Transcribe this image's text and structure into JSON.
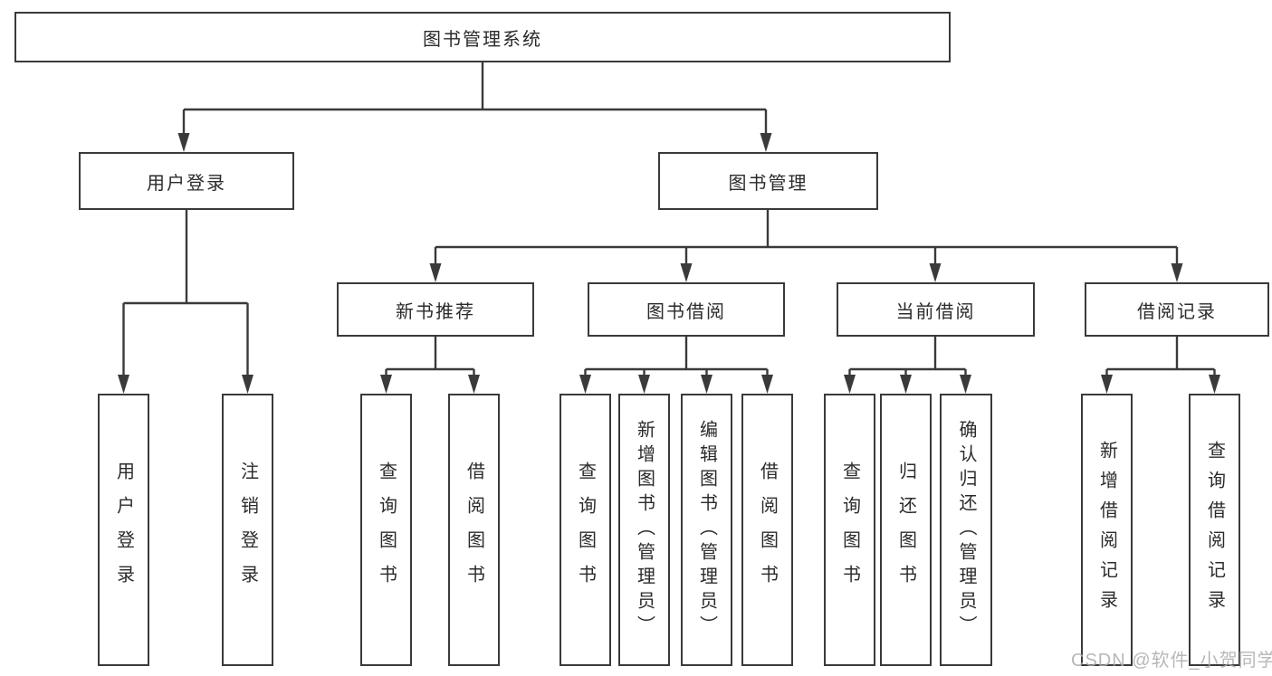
{
  "diagram": {
    "root": {
      "label": "图书管理系统"
    },
    "user_login": {
      "label": "用户登录",
      "children": [
        {
          "label": "用户登录"
        },
        {
          "label": "注销登录"
        }
      ]
    },
    "book_management": {
      "label": "图书管理",
      "groups": [
        {
          "label": "新书推荐",
          "children": [
            {
              "label": "查询图书"
            },
            {
              "label": "借阅图书"
            }
          ]
        },
        {
          "label": "图书借阅",
          "children": [
            {
              "label": "查询图书"
            },
            {
              "label": "新增图书（管理员）"
            },
            {
              "label": "编辑图书（管理员）"
            },
            {
              "label": "借阅图书"
            }
          ]
        },
        {
          "label": "当前借阅",
          "children": [
            {
              "label": "查询图书"
            },
            {
              "label": "归还图书"
            },
            {
              "label": "确认归还（管理员）"
            }
          ]
        },
        {
          "label": "借阅记录",
          "children": [
            {
              "label": "新增借阅记录"
            },
            {
              "label": "查询借阅记录"
            }
          ]
        }
      ]
    }
  },
  "watermark": {
    "text": "CSDN @软件_小贺同学"
  },
  "colors": {
    "line": "#3a3a3a",
    "text": "#2b2b2b",
    "background": "#ffffff",
    "watermark": "#ababab"
  }
}
